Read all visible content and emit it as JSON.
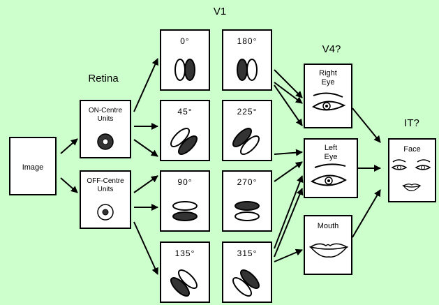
{
  "stages": {
    "v1": "V1",
    "retina": "Retina",
    "v4": "V4?",
    "it": "IT?"
  },
  "boxes": {
    "image": "Image",
    "on_centre": [
      "ON-Centre",
      "Units"
    ],
    "off_centre": [
      "OFF-Centre",
      "Units"
    ],
    "right_eye": [
      "Right",
      "Eye"
    ],
    "left_eye": [
      "Left",
      "Eye"
    ],
    "mouth": "Mouth",
    "face": "Face"
  },
  "orientations": {
    "deg0": "0°",
    "deg45": "45°",
    "deg90": "90°",
    "deg135": "135°",
    "deg180": "180°",
    "deg225": "225°",
    "deg270": "270°",
    "deg315": "315°"
  },
  "colors": {
    "background": "#ccffcc",
    "filled": "#333333",
    "stroke": "#000000",
    "box": "#ffffff"
  }
}
